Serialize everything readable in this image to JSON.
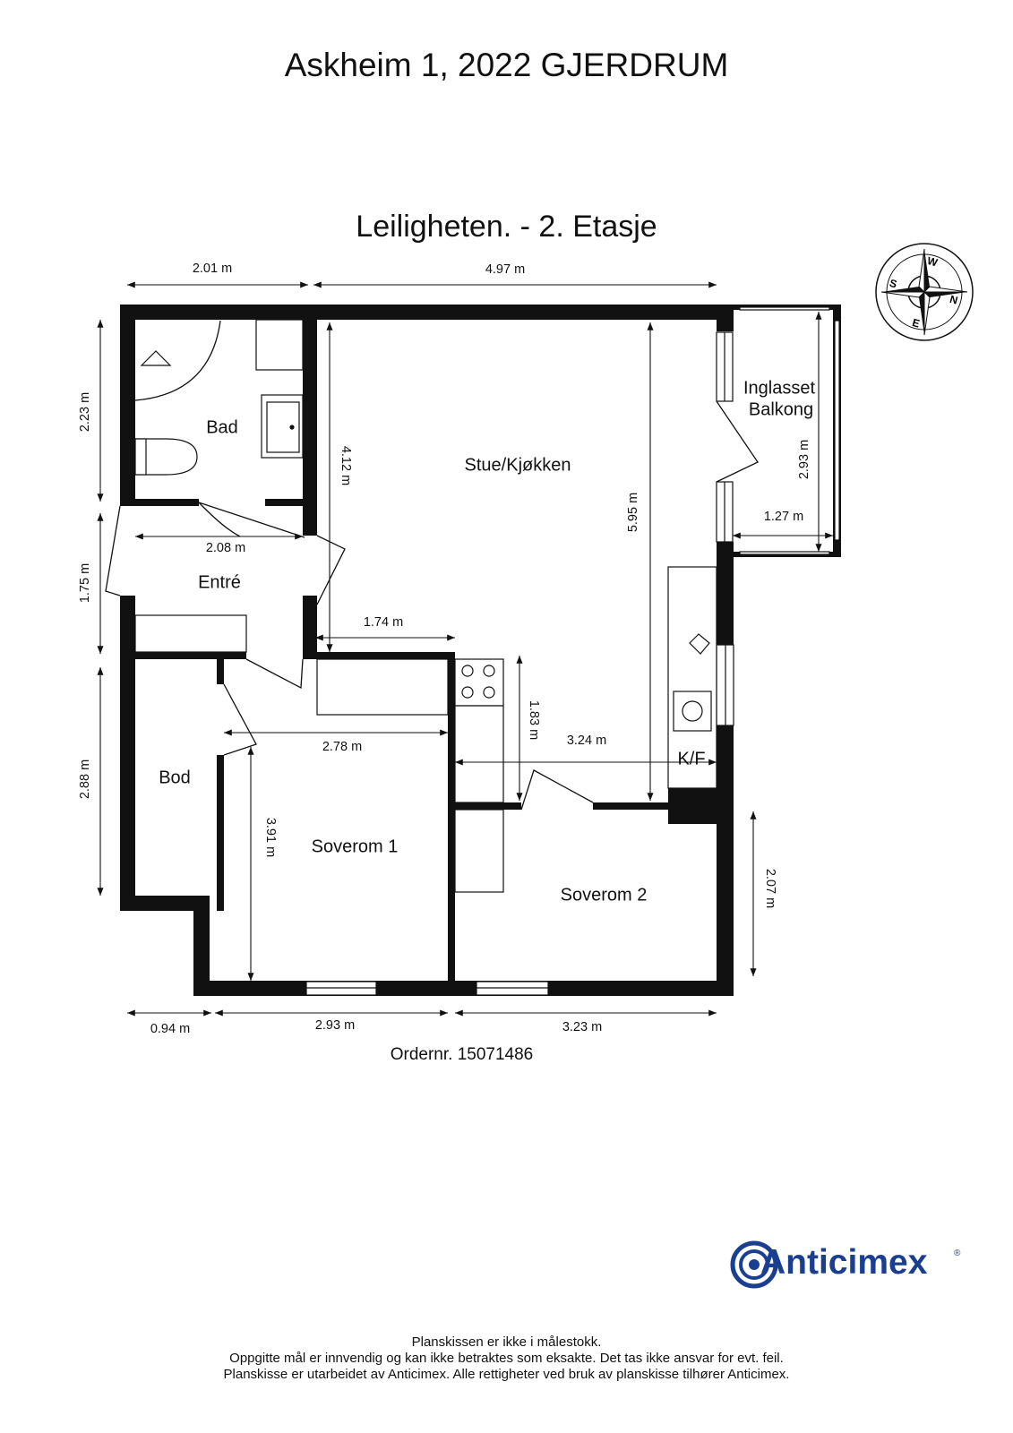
{
  "title": "Askheim 1, 2022 GJERDRUM",
  "subtitle": "Leiligheten.  - 2. Etasje",
  "compass": {
    "labels": [
      "W",
      "N",
      "E",
      "S"
    ]
  },
  "rooms": {
    "bad": "Bad",
    "stue": "Stue/Kjøkken",
    "balkong_line1": "Inglasset",
    "balkong_line2": "Balkong",
    "entre": "Entré",
    "bod": "Bod",
    "soverom1": "Soverom 1",
    "soverom2": "Soverom 2",
    "kf": "K/F"
  },
  "dimensions": {
    "top_left": "2.01 m",
    "top_right": "4.97 m",
    "left_bad": "2.23 m",
    "left_entre": "1.75 m",
    "left_bod": "2.88 m",
    "bad_inner_height": "4.12 m",
    "entre_width": "2.08 m",
    "entre_bottom": "1.74 m",
    "stue_height": "5.95 m",
    "balkong_height": "2.93 m",
    "balkong_width": "1.27 m",
    "kitchen_height": "1.83 m",
    "kitchen_width": "3.24 m",
    "soverom1_width": "2.78 m",
    "soverom1_height": "3.91 m",
    "soverom2_height": "2.07 m",
    "bottom_left": "0.94 m",
    "bottom_middle": "2.93 m",
    "bottom_right": "3.23 m"
  },
  "order_number": "Ordernr. 15071486",
  "logo": {
    "text": "Anticimex",
    "color": "#1a3f91"
  },
  "footer": {
    "line1": "Planskissen er ikke i målestokk.",
    "line2": "Oppgitte mål er innvendig og kan ikke betraktes som eksakte. Det tas ikke ansvar for evt. feil.",
    "line3": "Planskisse er utarbeidet av Anticimex. Alle rettigheter ved bruk av planskisse tilhører Anticimex."
  }
}
